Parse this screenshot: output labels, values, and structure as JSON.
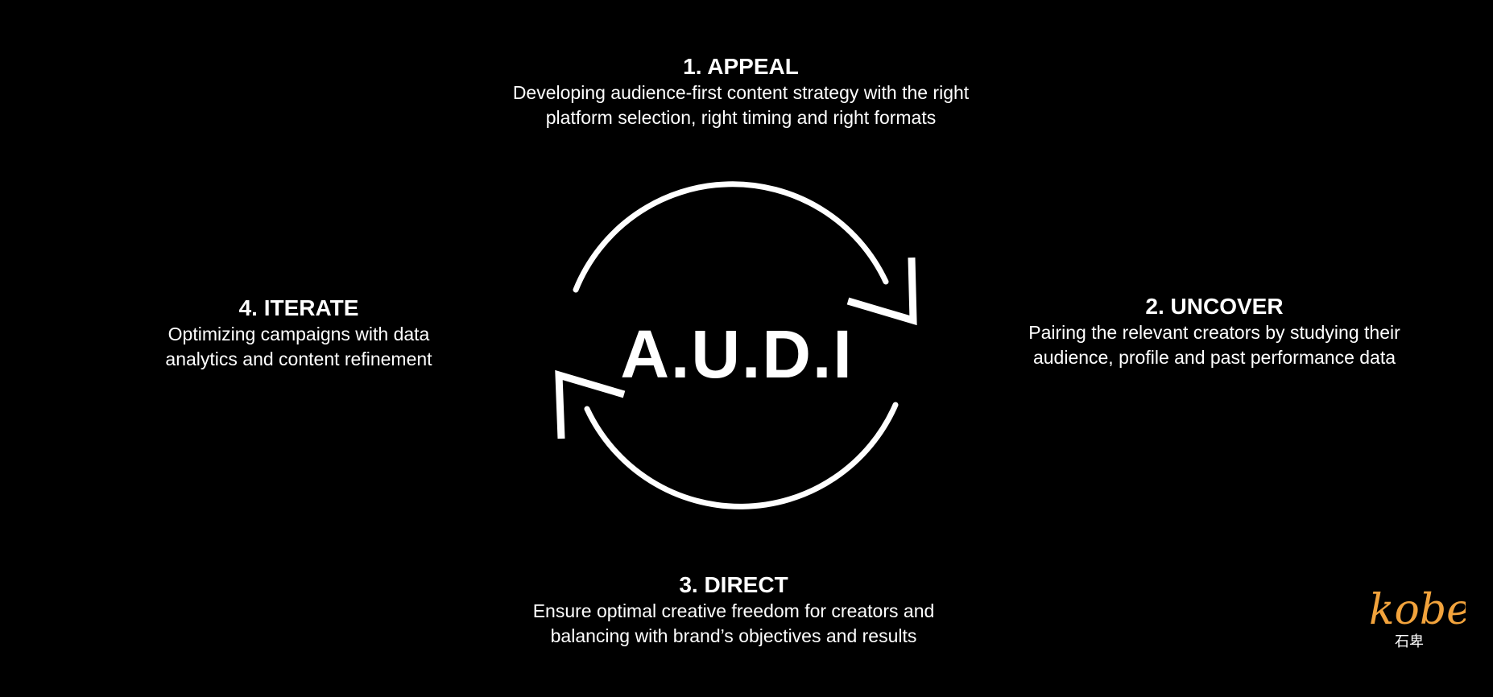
{
  "center_label": "A.U.D.I",
  "steps": [
    {
      "title": "1. APPEAL",
      "lines": [
        "Developing audience-first content strategy with the right",
        "platform selection, right timing and right formats"
      ]
    },
    {
      "title": "2. UNCOVER",
      "lines": [
        "Pairing the relevant creators by studying their",
        "audience, profile and past performance data"
      ]
    },
    {
      "title": "3. DIRECT",
      "lines": [
        "Ensure optimal creative freedom for creators and",
        "balancing with brand’s objectives and results"
      ]
    },
    {
      "title": "4. ITERATE",
      "lines": [
        "Optimizing campaigns with data",
        "analytics and content refinement"
      ]
    }
  ],
  "logo": {
    "text": "kobe",
    "subtext": "石卑",
    "color": "#f2a33c"
  }
}
